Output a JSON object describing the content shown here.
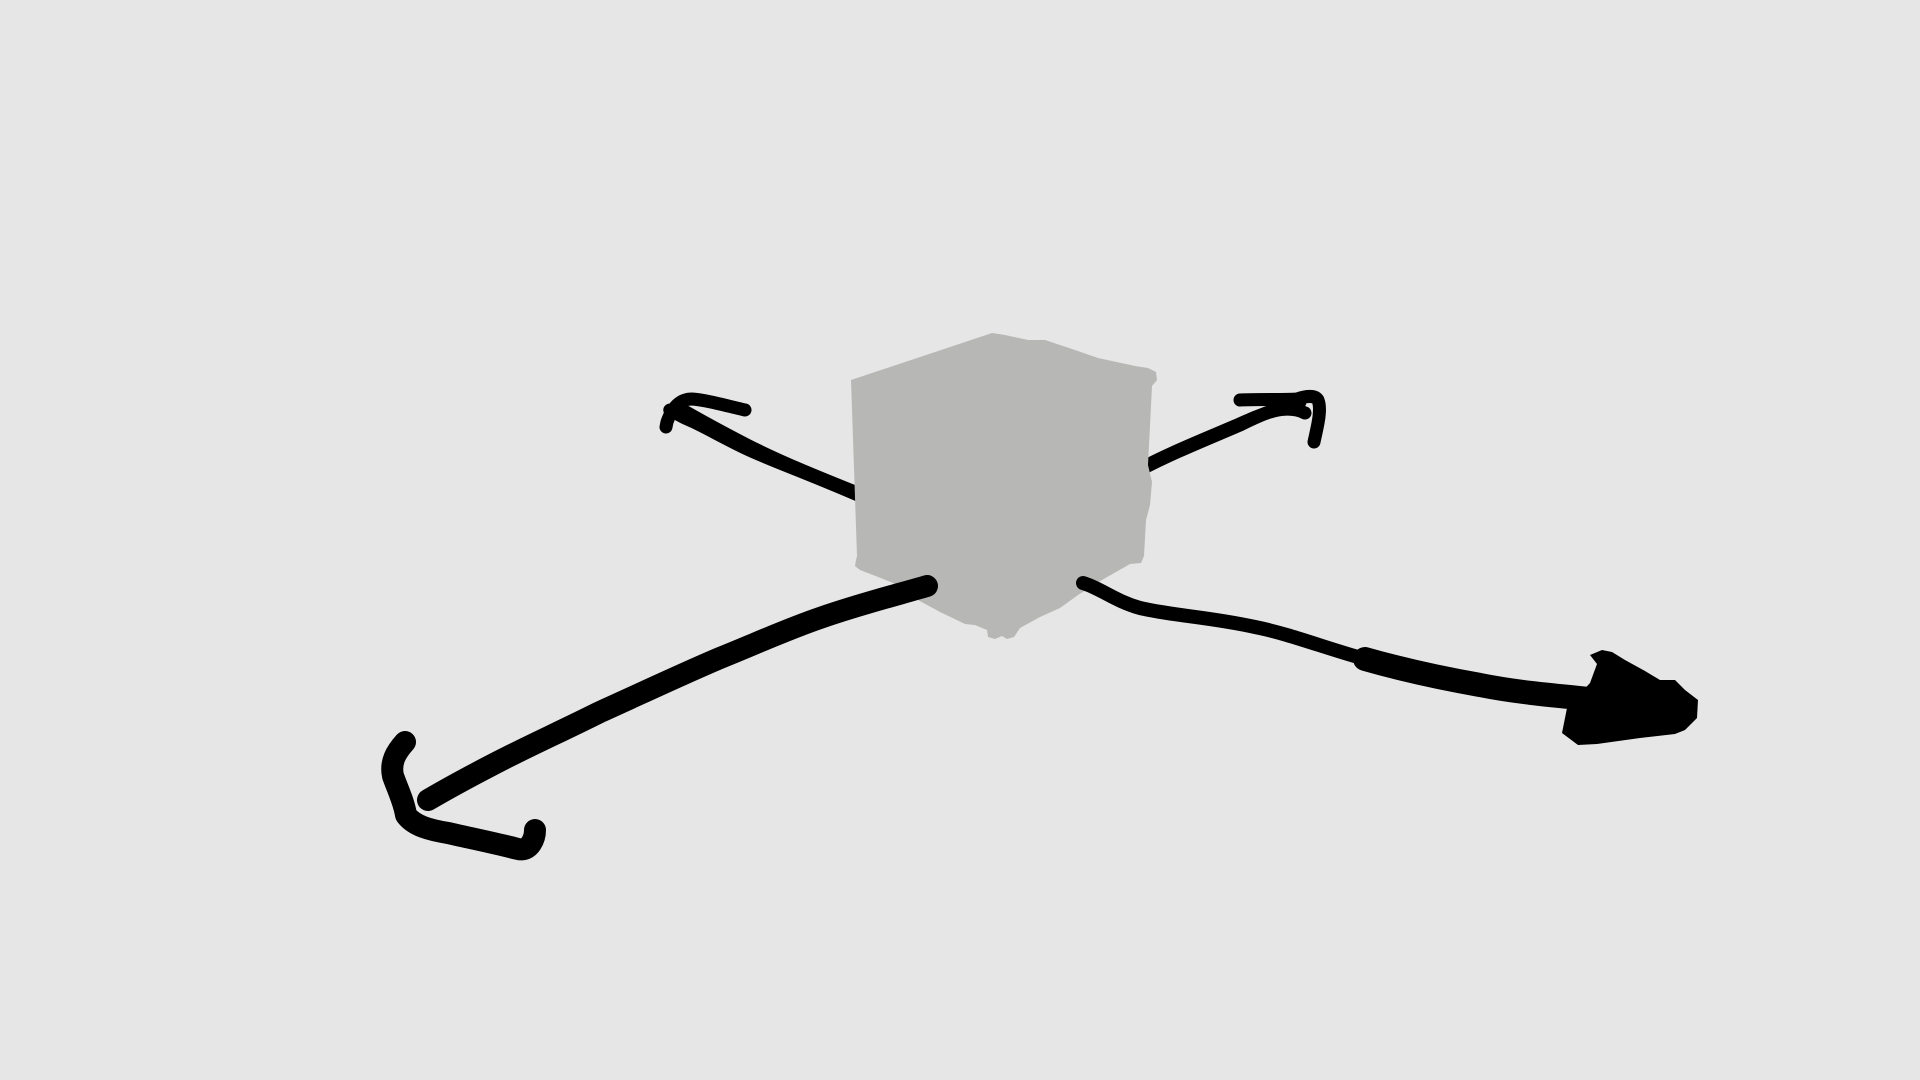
{
  "scene": {
    "background_color": "#e6e6e6",
    "cube_color": "#b7b7b5",
    "arrow_color": "#000000"
  },
  "arrows": [
    {
      "name": "arrow-back-left",
      "direction": "back-left"
    },
    {
      "name": "arrow-back-right",
      "direction": "back-right"
    },
    {
      "name": "arrow-front-left",
      "direction": "front-left"
    },
    {
      "name": "arrow-front-right",
      "direction": "front-right"
    }
  ]
}
